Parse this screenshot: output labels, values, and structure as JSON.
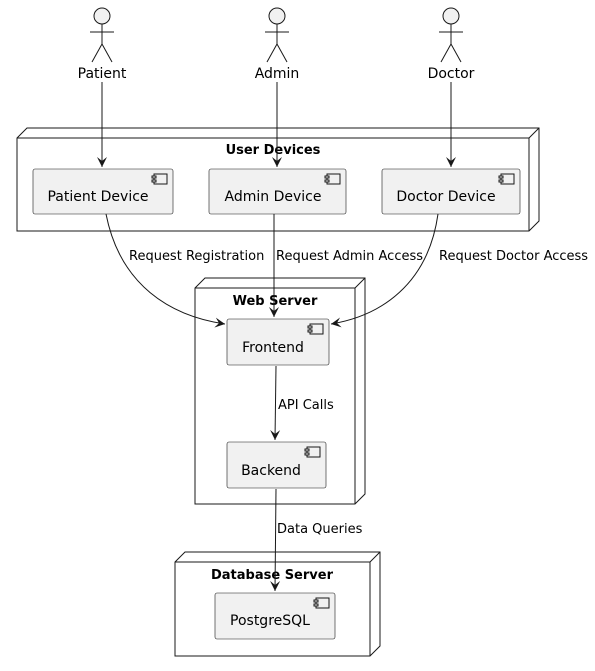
{
  "actors": {
    "patient": "Patient",
    "admin": "Admin",
    "doctor": "Doctor"
  },
  "nodes": {
    "user_devices": "User Devices",
    "web_server": "Web Server",
    "database_server": "Database Server"
  },
  "components": {
    "patient_device": "Patient Device",
    "admin_device": "Admin Device",
    "doctor_device": "Doctor Device",
    "frontend": "Frontend",
    "backend": "Backend",
    "postgresql": "PostgreSQL"
  },
  "edges": {
    "request_registration": "Request Registration",
    "request_admin_access": "Request Admin Access",
    "request_doctor_access": "Request Doctor Access",
    "api_calls": "API Calls",
    "data_queries": "Data Queries"
  },
  "colors": {
    "component_fill": "#f1f1f1",
    "stroke": "#181818",
    "actor_fill": "#f1f1f1"
  }
}
